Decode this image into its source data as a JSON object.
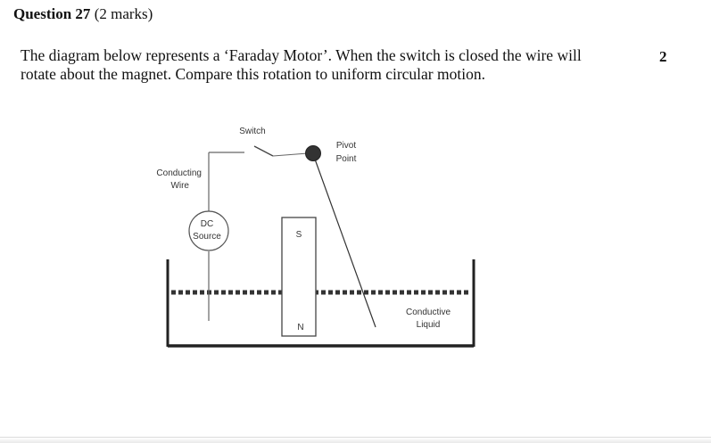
{
  "question": {
    "number_label": "Question 27",
    "marks_label": "(2 marks)",
    "text_line1": "The diagram below represents a ‘Faraday Motor’. When the switch is closed the wire will",
    "text_line2": "rotate about the magnet. Compare this rotation to uniform circular motion.",
    "marks_value": "2"
  },
  "diagram": {
    "labels": {
      "switch": "Switch",
      "pivot_line1": "Pivot",
      "pivot_line2": "Point",
      "wire_line1": "Conducting",
      "wire_line2": "Wire",
      "source_line1": "DC",
      "source_line2": "Source",
      "magnet_top": "S",
      "magnet_bottom": "N",
      "liquid_line1": "Conductive",
      "liquid_line2": "Liquid"
    }
  }
}
